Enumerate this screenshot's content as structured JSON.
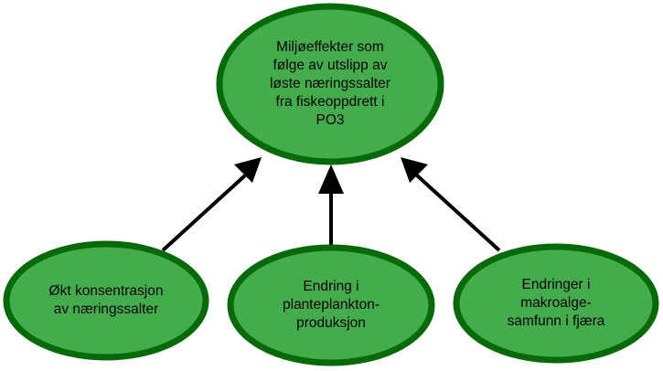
{
  "colors": {
    "node_fill": "#43ad4b",
    "node_stroke": "#066b06",
    "edge": "#000000",
    "text": "#000000"
  },
  "nodes": {
    "center": {
      "lines": [
        "Miljøeffekter som",
        "følge av utslipp av",
        "løste næringssalter",
        "fra fiskeoppdrett i",
        "PO3"
      ]
    },
    "left": {
      "lines": [
        "Økt konsentrasjon",
        "av næringssalter"
      ]
    },
    "middle": {
      "lines": [
        "Endring i",
        "planteplankton-",
        "produksjon"
      ]
    },
    "right": {
      "lines": [
        "Endringer i",
        "makroalge-",
        "samfunn i fjæra"
      ]
    }
  },
  "edges": [
    {
      "from": "left",
      "to": "center"
    },
    {
      "from": "middle",
      "to": "center"
    },
    {
      "from": "right",
      "to": "center"
    }
  ]
}
